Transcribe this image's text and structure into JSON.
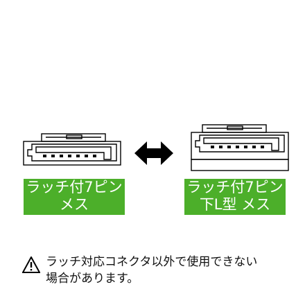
{
  "left_connector": {
    "label_line1": "ラッチ付7ピン",
    "label_line2": "メス"
  },
  "right_connector": {
    "label_line1": "ラッチ付7ピン",
    "label_line2": "下L型 メス"
  },
  "colors": {
    "badge_green": "#4caf2a",
    "outline": "#000000"
  },
  "icons": [
    "double-arrow-icon",
    "warning-icon"
  ],
  "note": {
    "line1": "ラッチ対応コネクタ以外で使用できない",
    "line2": "場合があります。"
  }
}
